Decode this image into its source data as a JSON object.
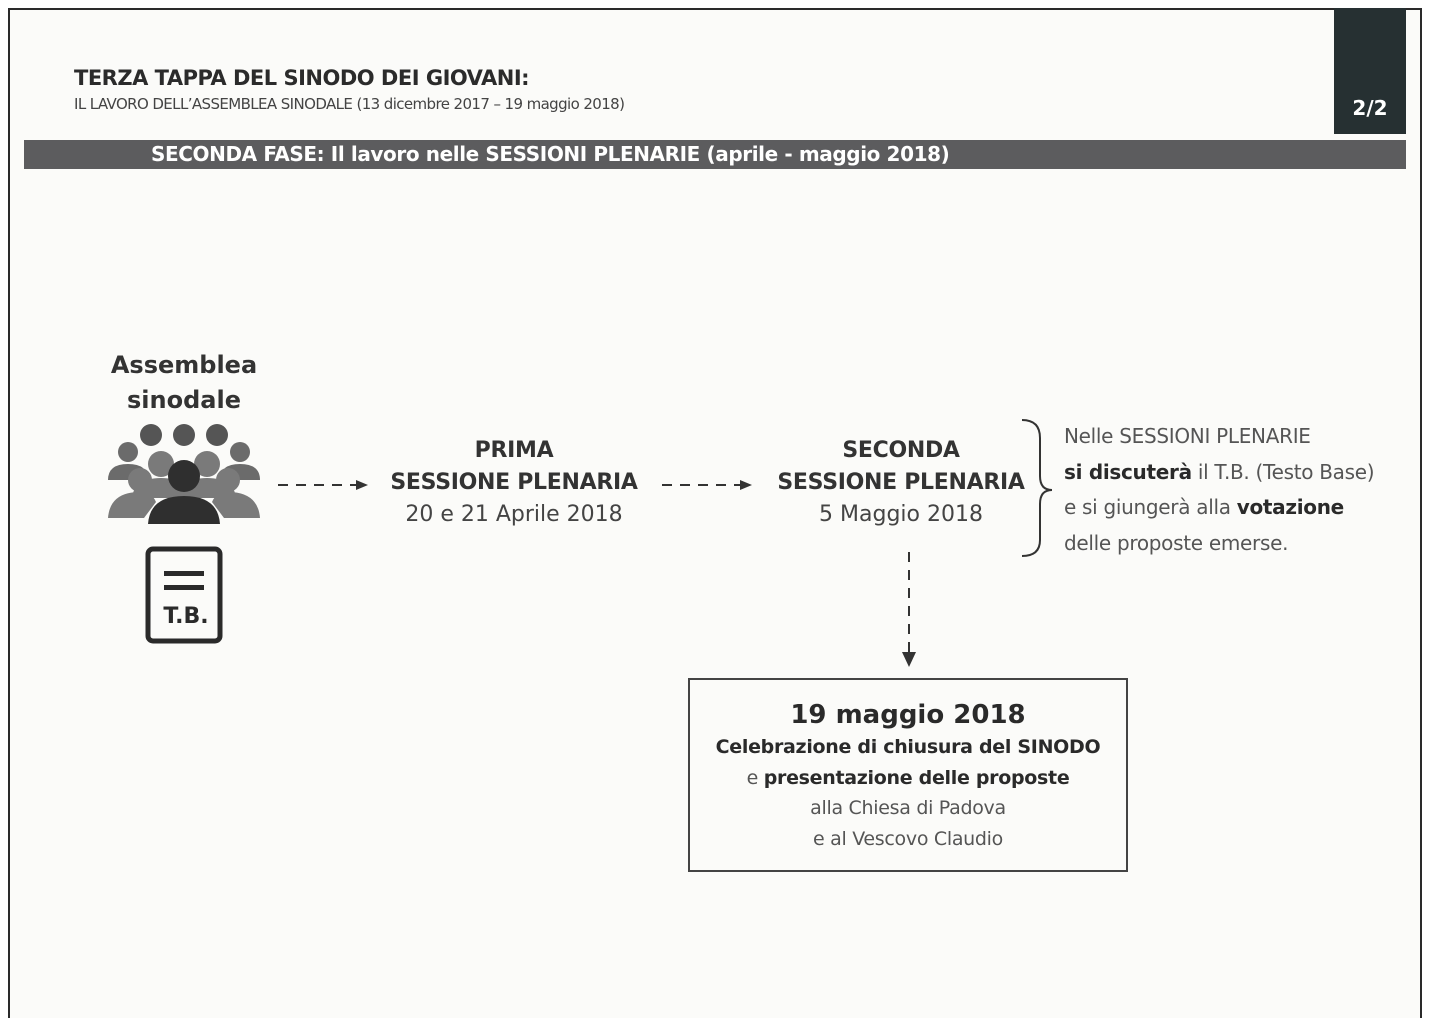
{
  "header": {
    "title": "TERZA TAPPA DEL SINODO DEI GIOVANI:",
    "subtitle": "IL LAVORO DELL’ASSEMBLEA SINODALE (13 dicembre 2017 – 19 maggio 2018)",
    "page_indicator": "2/2"
  },
  "phase_bar": {
    "text": "SECONDA FASE: Il lavoro nelle SESSIONI PLENARIE (aprile - maggio 2018)"
  },
  "assembly": {
    "label_line1": "Assemblea",
    "label_line2": "sinodale",
    "people_icon": "group-people-icon",
    "document_icon": "document-icon",
    "document_label": "T.B."
  },
  "sessions": [
    {
      "title_line1": "PRIMA",
      "title_line2": "SESSIONE PLENARIA",
      "date": "20 e 21 Aprile 2018"
    },
    {
      "title_line1": "SECONDA",
      "title_line2": "SESSIONE PLENARIA",
      "date": "5 Maggio 2018"
    }
  ],
  "note": {
    "line1": "Nelle SESSIONI PLENARIE",
    "line2_bold": "si discuterà",
    "line2_rest": " il T.B. (Testo Base)",
    "line3_start": "e si giungerà alla ",
    "line3_bold": "votazione",
    "line4": "delle proposte emerse."
  },
  "closing": {
    "date": "19 maggio 2018",
    "line1": "Celebrazione di chiusura del SINODO",
    "line2_start": "e ",
    "line2_bold": "presentazione delle proposte",
    "line3": "alla Chiesa di Padova",
    "line4": "e al Vescovo Claudio"
  },
  "colors": {
    "dark_tab": "#263032",
    "phase_bar": "#5c5c5e",
    "text_dark": "#2a2a2a",
    "icon_gray": "#6b6b6b"
  }
}
